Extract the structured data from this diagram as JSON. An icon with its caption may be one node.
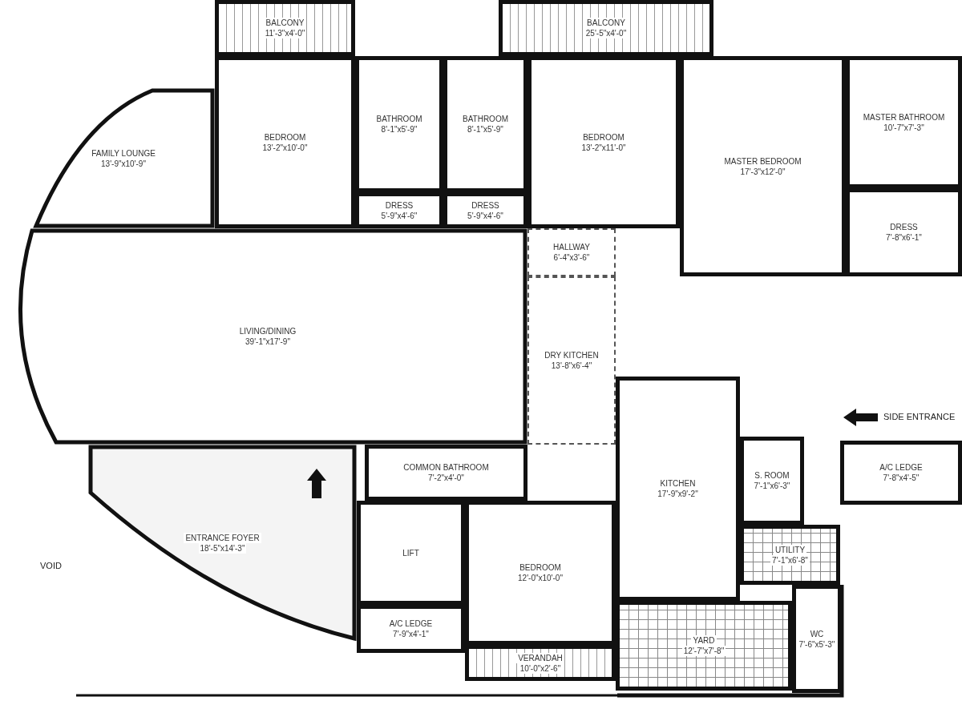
{
  "diagram": {
    "nodes": [
      {
        "text": [
          "BALCONY",
          "11'-3\"x4'-0\""
        ]
      },
      {
        "text": [
          "BALCONY",
          "25'-5\"x4'-0\""
        ]
      },
      {
        "text": [
          "FAMILY LOUNGE",
          "13'-9\"x10'-9\""
        ]
      },
      {
        "text": [
          "BEDROOM",
          "13'-2\"x10'-0\""
        ]
      },
      {
        "text": [
          "BATHROOM",
          "8'-1\"x5'-9\""
        ]
      },
      {
        "text": [
          "BATHROOM",
          "8'-1\"x5'-9\""
        ]
      },
      {
        "text": [
          "BEDROOM",
          "13'-2\"x11'-0\""
        ]
      },
      {
        "text": [
          "MASTER BATHROOM",
          "10'-7\"x7'-3\""
        ]
      },
      {
        "text": [
          "DRESS",
          "5'-9\"x4'-6\""
        ]
      },
      {
        "text": [
          "DRESS",
          "5'-9\"x4'-6\""
        ]
      },
      {
        "text": [
          "MASTER BEDROOM",
          "17'-3\"x12'-0\""
        ]
      },
      {
        "text": [
          "DRESS",
          "7'-8\"x6'-1\""
        ]
      },
      {
        "text": [
          "HALLWAY",
          "6'-4\"x3'-6\""
        ]
      },
      {
        "text": [
          "LIVING/DINING",
          "39'-1\"x17'-9\""
        ]
      },
      {
        "text": [
          "DRY KITCHEN",
          "13'-8\"x6'-4\""
        ]
      },
      {
        "text": [
          "KITCHEN",
          "17'-9\"x9'-2\""
        ]
      },
      {
        "text": [
          "A/C LEDGE",
          "7'-8\"x4'-5\""
        ]
      },
      {
        "text": [
          "S. ROOM",
          "7'-1\"x6'-3\""
        ]
      },
      {
        "text": [
          "COMMON BATHROOM",
          "7'-2\"x4'-0\""
        ]
      },
      {
        "text": [
          "ENTRANCE FOYER",
          "18'-5\"x14'-3\""
        ]
      },
      {
        "text": [
          "LIFT"
        ]
      },
      {
        "text": [
          "BEDROOM",
          "12'-0\"x10'-0\""
        ]
      },
      {
        "text": [
          "UTILITY",
          "7'-1\"x6'-8\""
        ]
      },
      {
        "text": [
          "A/C LEDGE",
          "7'-9\"x4'-1\""
        ]
      },
      {
        "text": [
          "YARD",
          "12'-7\"x7'-8\""
        ]
      },
      {
        "text": [
          "VERANDAH",
          "10'-0\"x2'-6\""
        ]
      },
      {
        "text": [
          "WC",
          "7'-6\"x5'-3\""
        ]
      }
    ],
    "labels": [
      "VOID",
      "SIDE ENTRANCE"
    ]
  }
}
